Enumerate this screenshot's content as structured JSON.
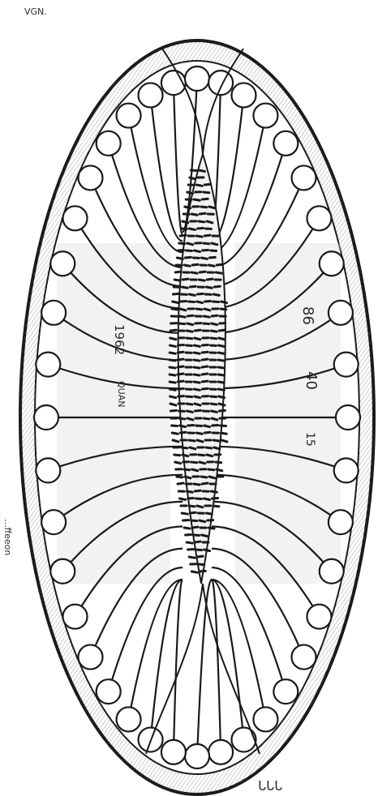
{
  "sheet": {
    "corner_note": "VGN.",
    "left_panel_labels": [
      "1962",
      "QUAN"
    ],
    "right_panel_labels": [
      "86",
      "40",
      "15"
    ],
    "margin_note": "...ffeeon",
    "bottom_marks": "ᒐᒐᒐ"
  },
  "colors": {
    "ink": "#1a1a1a",
    "paper": "#ffffff",
    "shade": "#d9d9d9"
  },
  "drawing": {
    "subject": "bilaterally symmetric oval with central ridge, radiating canals and scalloped rim"
  }
}
